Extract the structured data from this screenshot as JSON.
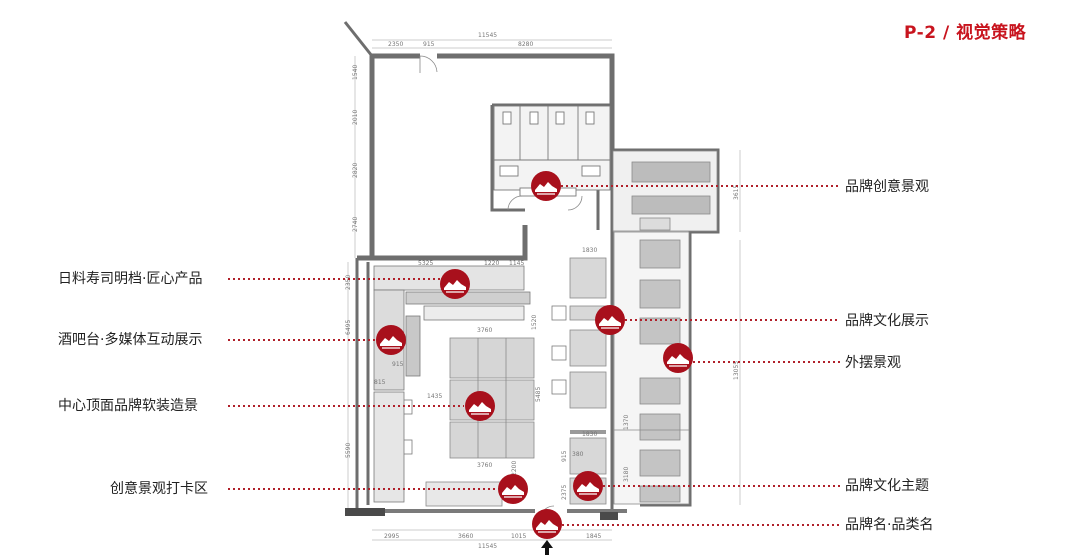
{
  "page_title": "P-2 / 视觉策略",
  "labels": {
    "brand_creative_view": "品牌创意景观",
    "sushi_counter": "日料寿司明档·匠心产品",
    "bar_multimedia": "酒吧台·多媒体互动展示",
    "ceiling_soft": "中心顶面品牌软装造景",
    "photo_zone": "创意景观打卡区",
    "brand_culture_display": "品牌文化展示",
    "outdoor_view": "外摆景观",
    "brand_culture_theme": "品牌文化主题",
    "brand_name_category": "品牌名·品类名"
  },
  "dimensions": {
    "top_total": "11545",
    "top_left": "2350",
    "top_door": "915",
    "top_right": "8280",
    "bottom_total": "11545",
    "bottom_a": "2995",
    "bottom_b": "3660",
    "bottom_c": "1015",
    "bottom_d": "1845",
    "left_1": "1540",
    "left_2": "2010",
    "left_3": "2820",
    "left_4": "2740",
    "left_5": "2350",
    "left_6": "6495",
    "left_7": "5590",
    "inner_1220": "1220",
    "inner_1145": "1145",
    "inner_1830_top": "1830",
    "inner_1830_bottom": "1830",
    "inner_3760_top": "3760",
    "inner_3760_bottom": "3760",
    "inner_1435": "1435",
    "inner_915_bar": "915",
    "inner_915_small": "915",
    "inner_815": "815",
    "inner_1520": "1520",
    "inner_5485": "5485",
    "inner_380": "380",
    "inner_2375": "2375",
    "inner_2200": "2200",
    "inner_5325": "5325",
    "right_top": "3615",
    "right_main": "13055",
    "side_1370": "1370",
    "side_3180": "3180"
  },
  "colors": {
    "accent": "#c8141e",
    "marker": "#a8101c",
    "wall": "#6e6e6e",
    "dotted": "#b0202a"
  }
}
